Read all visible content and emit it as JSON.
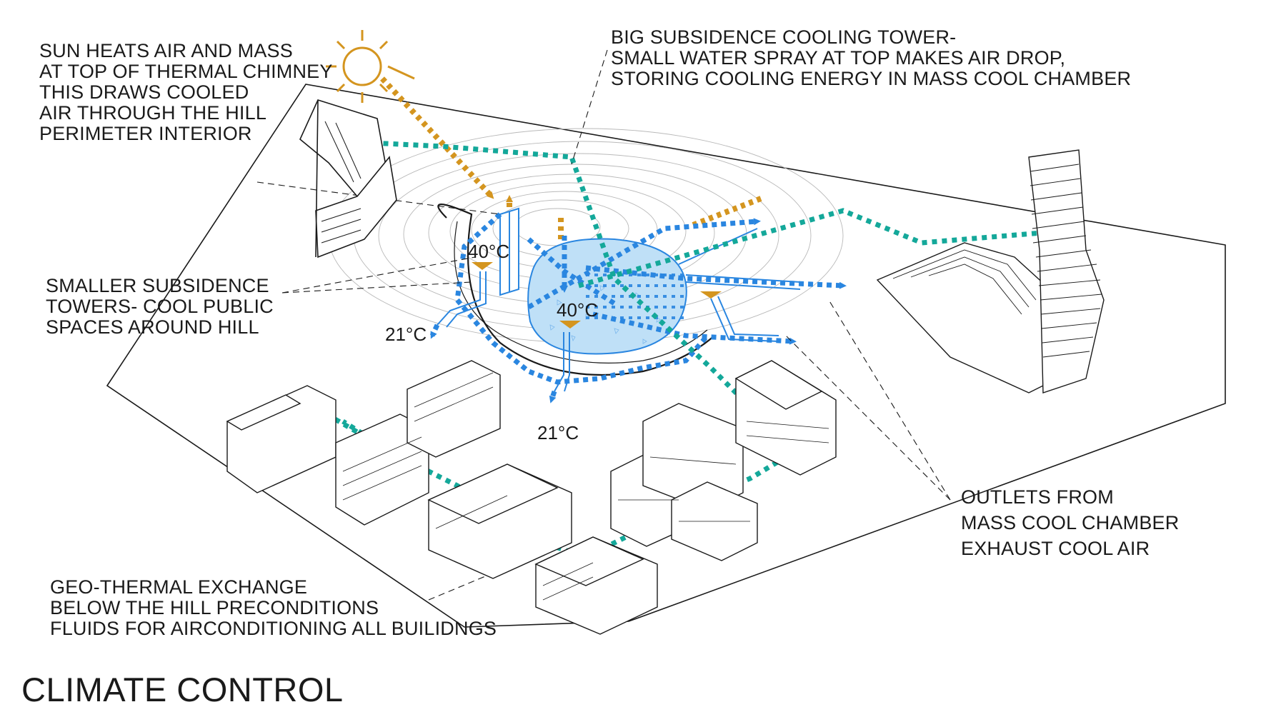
{
  "annotations": {
    "sun": [
      "SUN HEATS AIR AND MASS",
      "AT TOP OF THERMAL CHIMNEY",
      "THIS DRAWS COOLED",
      "AIR THROUGH THE HILL",
      "PERIMETER INTERIOR"
    ],
    "tower": [
      "BIG SUBSIDENCE COOLING TOWER-",
      "SMALL WATER SPRAY AT TOP MAKES AIR DROP,",
      "STORING COOLING ENERGY IN MASS COOL CHAMBER"
    ],
    "smaller": [
      "SMALLER SUBSIDENCE",
      "TOWERS- COOL PUBLIC",
      "SPACES AROUND HILL"
    ],
    "outlets": [
      "OUTLETS FROM",
      "MASS COOL CHAMBER",
      "EXHAUST COOL AIR"
    ],
    "geo": [
      "GEO-THERMAL  EXCHANGE",
      "BELOW THE HILL PRECONDITIONS",
      "FLUIDS FOR AIRCONDITIONING ALL  BUILIDNGS"
    ]
  },
  "temperatures": {
    "hot_left": "40°C",
    "hot_center": "40°C",
    "cool_left": "21°C",
    "cool_bottom": "21°C"
  },
  "title": "CLIMATE CONTROL",
  "colors": {
    "sun_flow": "#d4951f",
    "cool_air": "#2a86e0",
    "exhaust_flow": "#14a89a",
    "chamber_fill": "#bfe0f7",
    "ink": "#1a1a1a"
  },
  "icons": {
    "sun": "sun-icon"
  }
}
